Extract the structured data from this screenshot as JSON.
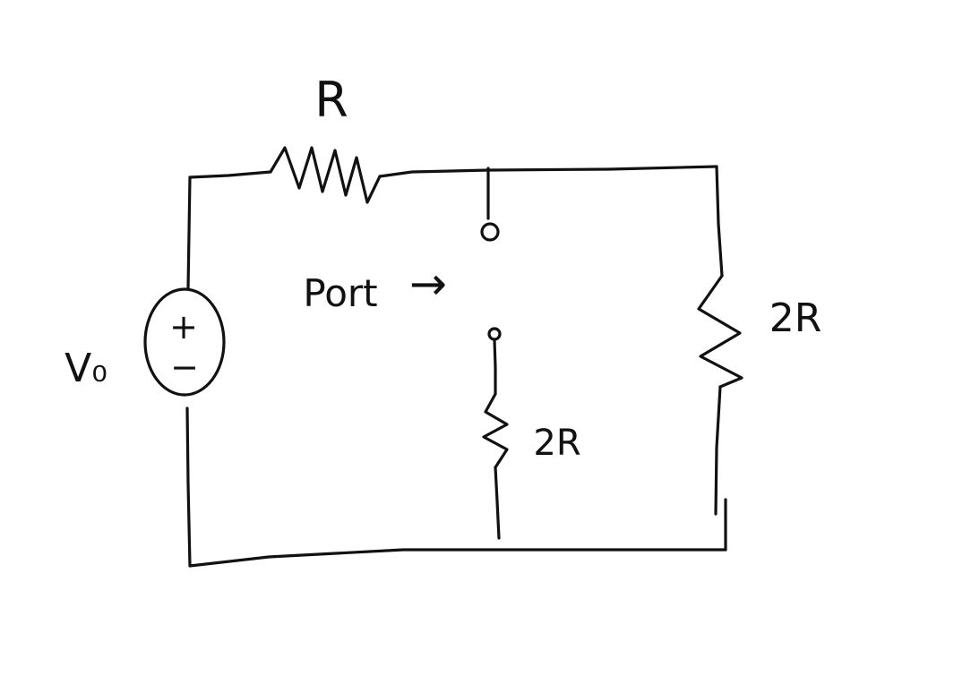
{
  "components": {
    "top_resistor": {
      "label": "R"
    },
    "right_resistor": {
      "label": "2R"
    },
    "middle_resistor": {
      "label": "2R"
    },
    "voltage_source": {
      "label": "V₀",
      "plus_symbol": "+",
      "minus_symbol": "−"
    }
  },
  "port": {
    "label": "Port",
    "arrow": "→"
  },
  "colors": {
    "ink": "#111111",
    "background": "#ffffff"
  }
}
